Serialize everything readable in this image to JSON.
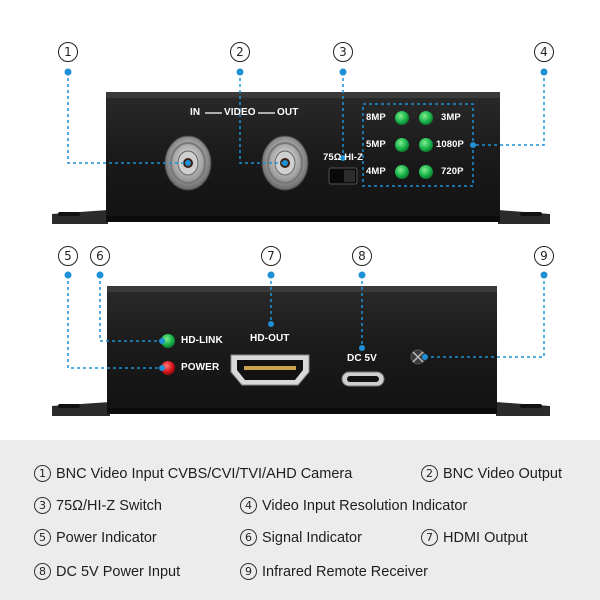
{
  "callouts": [
    "1",
    "2",
    "3",
    "4",
    "5",
    "6",
    "7",
    "8",
    "9"
  ],
  "top_device": {
    "in_label": "IN",
    "video_label": "VIDEO",
    "out_label": "OUT",
    "switch_label": "75Ω HI-Z",
    "resolutions_left": [
      "8MP",
      "5MP",
      "4MP"
    ],
    "resolutions_right": [
      "3MP",
      "1080P",
      "720P"
    ]
  },
  "bottom_device": {
    "hd_link_label": "HD-LINK",
    "power_label": "POWER",
    "hd_out_label": "HD-OUT",
    "dc_label": "DC 5V"
  },
  "legend": [
    {
      "num": "1",
      "text": "BNC Video Input CVBS/CVI/TVI/AHD Camera"
    },
    {
      "num": "2",
      "text": "BNC Video Output"
    },
    {
      "num": "3",
      "text": "75Ω/HI-Z Switch"
    },
    {
      "num": "4",
      "text": "Video Input Resolution Indicator"
    },
    {
      "num": "5",
      "text": "Power Indicator"
    },
    {
      "num": "6",
      "text": "Signal Indicator"
    },
    {
      "num": "7",
      "text": "HDMI Output"
    },
    {
      "num": "8",
      "text": "DC 5V Power Input"
    },
    {
      "num": "9",
      "text": "Infrared Remote Receiver"
    }
  ],
  "colors": {
    "callout_line": "#1f8fd6",
    "device_body": "#1c1c1c",
    "led_green": "#19b24a",
    "led_red": "#d8151b",
    "legend_bg": "#ececec"
  }
}
